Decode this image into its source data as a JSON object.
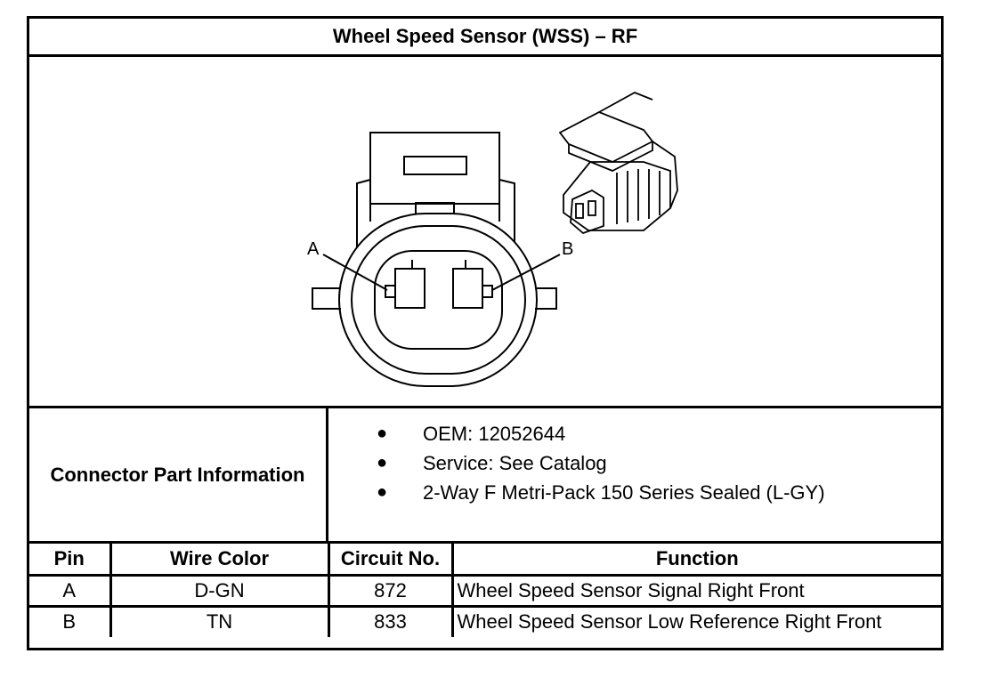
{
  "title": "Wheel Speed Sensor (WSS) – RF",
  "diagram": {
    "pin_labels": [
      "A",
      "B"
    ]
  },
  "connector_info": {
    "label": "Connector Part Information",
    "items": [
      "OEM: 12052644",
      "Service: See Catalog",
      "2-Way F Metri-Pack 150 Series Sealed (L-GY)"
    ]
  },
  "pin_table": {
    "headers": [
      "Pin",
      "Wire Color",
      "Circuit No.",
      "Function"
    ],
    "rows": [
      {
        "pin": "A",
        "wire_color": "D-GN",
        "circuit": "872",
        "function": "Wheel Speed Sensor Signal Right Front"
      },
      {
        "pin": "B",
        "wire_color": "TN",
        "circuit": "833",
        "function": "Wheel Speed Sensor Low Reference Right Front"
      }
    ]
  }
}
